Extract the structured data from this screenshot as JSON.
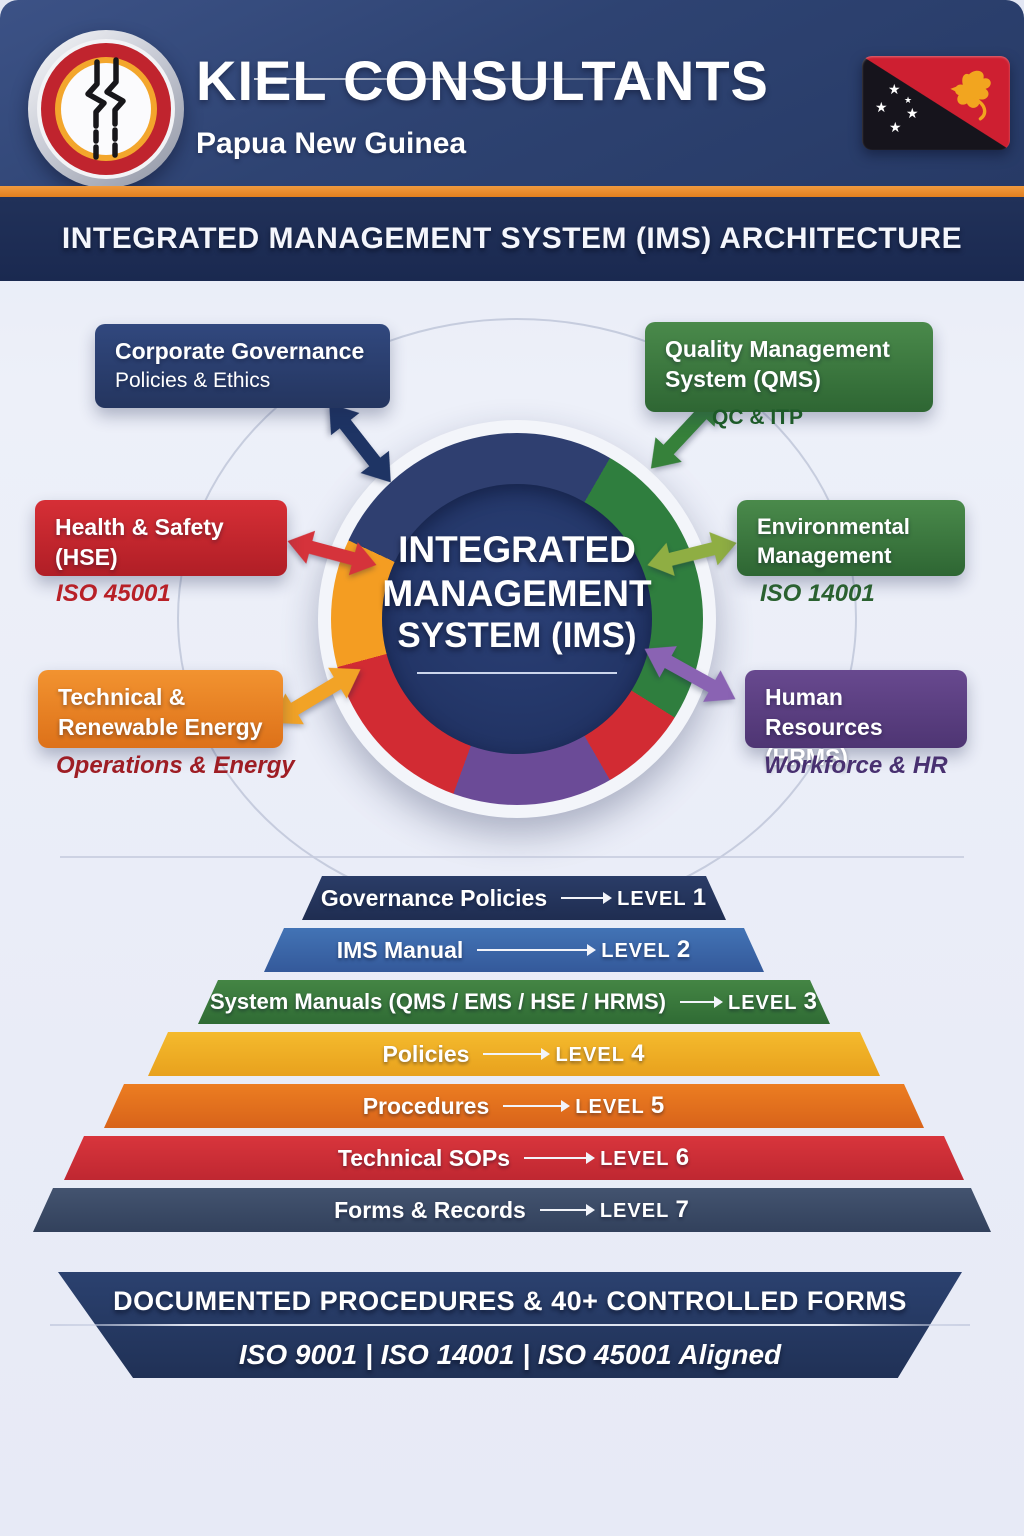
{
  "header": {
    "brand": "KIEL CONSULTANTS",
    "country": "Papua New Guinea"
  },
  "title_band": {
    "title": "INTEGRATED MANAGEMENT SYSTEM (IMS) ARCHITECTURE"
  },
  "hub": {
    "line1": "INTEGRATED",
    "line2": "MANAGEMENT",
    "line3": "SYSTEM (IMS)"
  },
  "nodes": {
    "governance": {
      "line1": "Corporate Governance",
      "line2": "Policies & Ethics",
      "color": "#2b3f72"
    },
    "qms": {
      "line1": "Quality Management",
      "line2": "System (QMS)",
      "tag": "QC & ITP",
      "color": "#3c7a40",
      "tag_color": "#1d5a28"
    },
    "hse": {
      "line1": "Health & Safety",
      "line2": "(HSE)",
      "tag": "ISO 45001",
      "color": "#c8242c",
      "tag_color": "#b82027"
    },
    "environment": {
      "line1": "Environmental",
      "line2": "Management",
      "tag": "ISO 14001",
      "color": "#3c7a40",
      "tag_color": "#2a6130"
    },
    "technical": {
      "line1": "Technical &",
      "line2": "Renewable Energy",
      "tag": "Operations & Energy",
      "color": "#e88424",
      "tag_color": "#9e1d24"
    },
    "hr": {
      "line1": "Human Resources",
      "line2": "(HRMS)",
      "tag": "Workforce & HR",
      "color": "#5d4088",
      "tag_color": "#483070"
    }
  },
  "ring_colors": {
    "navy": "#2f3f70",
    "green": "#2f7e3e",
    "red": "#d22b33",
    "purple": "#6b4b97",
    "orange": "#f49d22"
  },
  "pyramid": {
    "levels": [
      {
        "label": "Governance Policies",
        "level_word": "LEVEL",
        "level_num": "1",
        "color": "#26365f"
      },
      {
        "label": "IMS Manual",
        "level_word": "LEVEL",
        "level_num": "2",
        "color": "#3c69ab"
      },
      {
        "label": "System Manuals (QMS / EMS / HSE / HRMS)",
        "level_word": "LEVEL",
        "level_num": "3",
        "color": "#3d7d40"
      },
      {
        "label": "Policies",
        "level_word": "LEVEL",
        "level_num": "4",
        "color": "#eead27"
      },
      {
        "label": "Procedures",
        "level_word": "LEVEL",
        "level_num": "5",
        "color": "#e2711d"
      },
      {
        "label": "Technical SOPs",
        "level_word": "LEVEL",
        "level_num": "6",
        "color": "#cf3038"
      },
      {
        "label": "Forms & Records",
        "level_word": "LEVEL",
        "level_num": "7",
        "color": "#3a4a66"
      }
    ]
  },
  "footer": {
    "line1": "DOCUMENTED PROCEDURES & 40+ CONTROLLED FORMS",
    "line2": "ISO 9001  |  ISO 14001  |  ISO 45001 Aligned"
  },
  "icons": {
    "logo": "kiel-zigzag-logo",
    "flag": "papua-new-guinea-flag",
    "connector": "double-arrow"
  }
}
